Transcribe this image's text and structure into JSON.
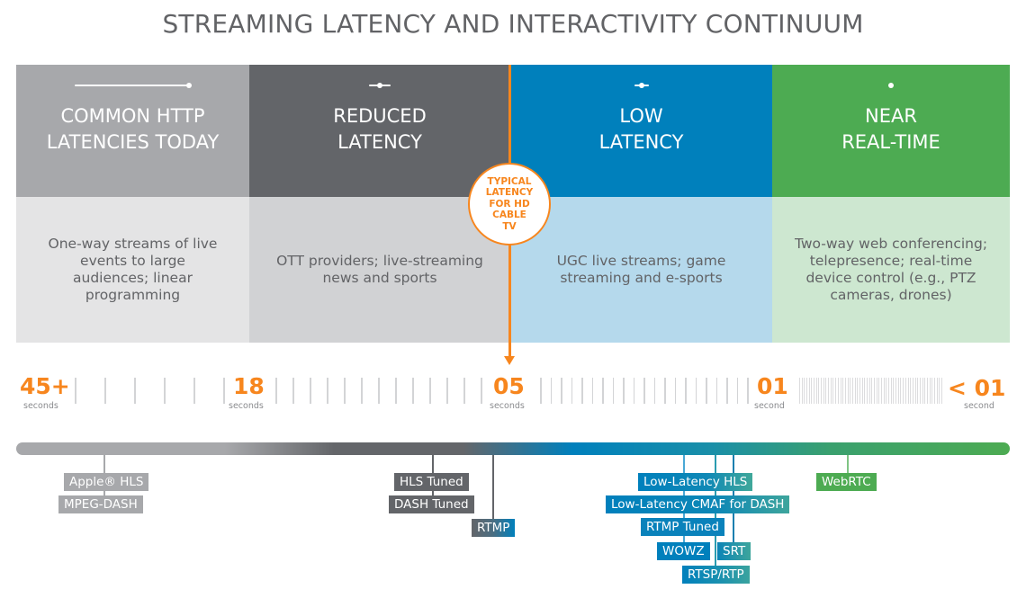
{
  "title": "STREAMING LATENCY AND INTERACTIVITY CONTINUUM",
  "zones": [
    {
      "title_line1": "COMMON HTTP",
      "title_line2": "LATENCIES TODAY",
      "icon": "long-line-dot-icon",
      "description": "One-way streams of live events to large audiences; linear programming",
      "color_top": "#A7A8AB",
      "color_bottom": "#E4E4E5"
    },
    {
      "title_line1": "REDUCED",
      "title_line2": "LATENCY",
      "icon": "short-line-dot-icon",
      "description": "OTT providers; live-streaming news and sports",
      "color_top": "#636569",
      "color_bottom": "#D1D2D4"
    },
    {
      "title_line1": "LOW",
      "title_line2": "LATENCY",
      "icon": "tiny-line-dot-icon",
      "description": "UGC live streams; game streaming and e-sports",
      "color_top": "#0080BC",
      "color_bottom": "#B5D9EC"
    },
    {
      "title_line1": "NEAR",
      "title_line2": "REAL-TIME",
      "icon": "dot-icon",
      "description": "Two-way web conferencing; telepresence; real-time device control (e.g., PTZ cameras, drones)",
      "color_top": "#4DAB52",
      "color_bottom": "#CDE7D0"
    }
  ],
  "marker": {
    "label_lines": [
      "TYPICAL",
      "LATENCY",
      "FOR HD",
      "CABLE",
      "TV"
    ],
    "value_seconds": 5,
    "color": "#F7861E"
  },
  "scale": [
    {
      "value": "45+",
      "unit": "seconds"
    },
    {
      "value": "18",
      "unit": "seconds"
    },
    {
      "value": "05",
      "unit": "seconds"
    },
    {
      "value": "01",
      "unit": "second"
    },
    {
      "value": "< 01",
      "unit": "second"
    }
  ],
  "protocols": [
    {
      "label": "Apple® HLS",
      "zone": "common"
    },
    {
      "label": "MPEG-DASH",
      "zone": "common"
    },
    {
      "label": "HLS Tuned",
      "zone": "reduced"
    },
    {
      "label": "DASH Tuned",
      "zone": "reduced"
    },
    {
      "label": "RTMP",
      "zone": "reduced-low"
    },
    {
      "label": "Low-Latency HLS",
      "zone": "low"
    },
    {
      "label": "Low-Latency CMAF for DASH",
      "zone": "low"
    },
    {
      "label": "RTMP Tuned",
      "zone": "low"
    },
    {
      "label": "WOWZ",
      "zone": "low"
    },
    {
      "label": "SRT",
      "zone": "low"
    },
    {
      "label": "RTSP/RTP",
      "zone": "low"
    },
    {
      "label": "WebRTC",
      "zone": "near-real-time"
    }
  ]
}
